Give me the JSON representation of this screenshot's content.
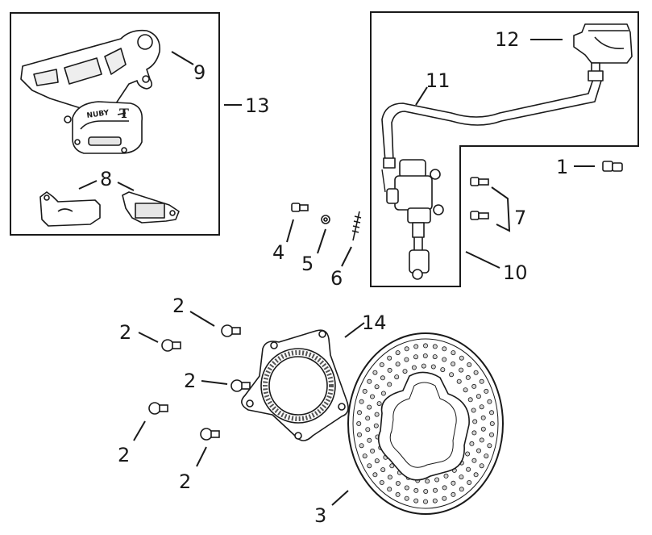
{
  "callouts": {
    "c1": "1",
    "c2a": "2",
    "c2b": "2",
    "c2c": "2",
    "c2d": "2",
    "c2e": "2",
    "c3": "3",
    "c4": "4",
    "c5": "5",
    "c6": "6",
    "c7": "7",
    "c8": "8",
    "c9": "9",
    "c10": "10",
    "c11": "11",
    "c12": "12",
    "c13": "13",
    "c14": "14"
  },
  "caliper_logos": {
    "brand": "NUBY",
    "mark": "T"
  },
  "colors": {
    "line": "#1a1a1a",
    "part_fill": "#ffffff",
    "shade": "#d9d9d9"
  }
}
